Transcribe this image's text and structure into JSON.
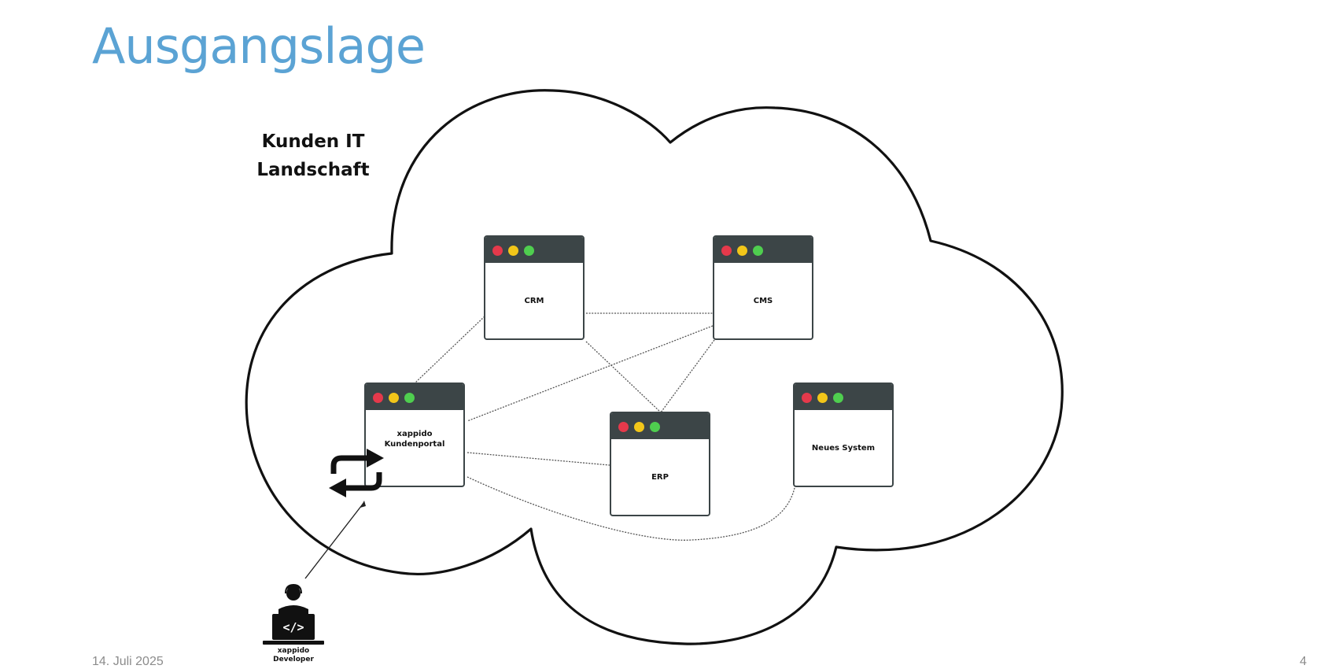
{
  "title": "Ausgangslage",
  "cloud_label": {
    "line1": "Kunden IT",
    "line2": "Landschaft"
  },
  "colors": {
    "title": "#5ba3d4",
    "window_bar": "#3c4547",
    "dot_red": "#e5394b",
    "dot_yellow": "#f2c619",
    "dot_green": "#4fce4f"
  },
  "systems": {
    "crm": {
      "label": "CRM"
    },
    "cms": {
      "label": "CMS"
    },
    "portal": {
      "line1": "xappido",
      "line2": "Kundenportal"
    },
    "erp": {
      "label": "ERP"
    },
    "neues": {
      "label": "Neues System"
    }
  },
  "icons": {
    "sync": "sync-arrows-icon",
    "developer": "developer-laptop-icon",
    "window_controls": "window-control-dots-icon"
  },
  "developer": {
    "line1": "xappido",
    "line2": "Developer"
  },
  "footer": {
    "date": "14. Juli 2025",
    "page": "4"
  }
}
